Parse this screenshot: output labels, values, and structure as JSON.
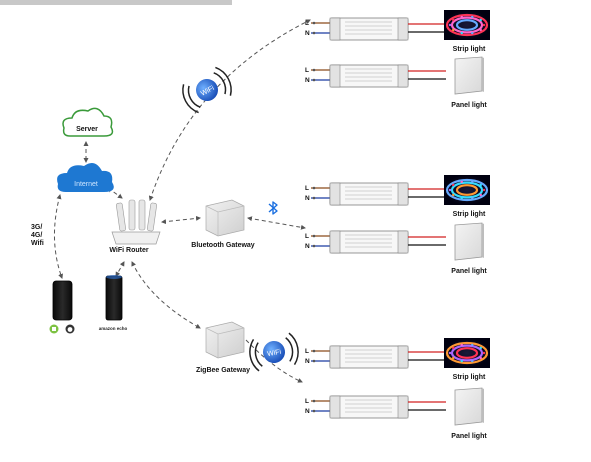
{
  "header": {
    "title_fragment": "...g p..."
  },
  "nodes": {
    "server": "Server",
    "internet": "Internet",
    "router": "WiFi Router",
    "bluetooth_gateway": "Bluetooth Gateway",
    "zigbee_gateway": "ZigBee Gateway",
    "mobile_network": [
      "3G/",
      "4G/",
      "Wifi"
    ],
    "amazon_brand": "amazon echo",
    "wifi_badge": "WiFi"
  },
  "drivers": {
    "line_label": "L",
    "neutral_label": "N",
    "strip_label": "Strip light",
    "panel_label": "Panel light",
    "groups": [
      {
        "name": "wifi-group",
        "strip": "Strip light",
        "panel": "Panel light"
      },
      {
        "name": "bluetooth-group",
        "strip": "Strip light",
        "panel": "Panel light"
      },
      {
        "name": "zigbee-group",
        "strip": "Strip light",
        "panel": "Panel light"
      }
    ]
  },
  "colors": {
    "wifi_blue": "#2a6fd6",
    "cloud_blue": "#1e78d2",
    "server_green": "#3a9a3a",
    "wire_red": "#d22020",
    "wire_black": "#111111",
    "bluetooth_blue": "#1a6fe0",
    "arrow_gray": "#555555"
  },
  "icons": [
    "cloud-icon",
    "wifi-icon",
    "bluetooth-icon",
    "router-icon",
    "gateway-icon",
    "phone-icon",
    "android-icon",
    "apple-icon",
    "echo-icon",
    "led-driver-icon",
    "strip-light-icon",
    "panel-light-icon"
  ]
}
